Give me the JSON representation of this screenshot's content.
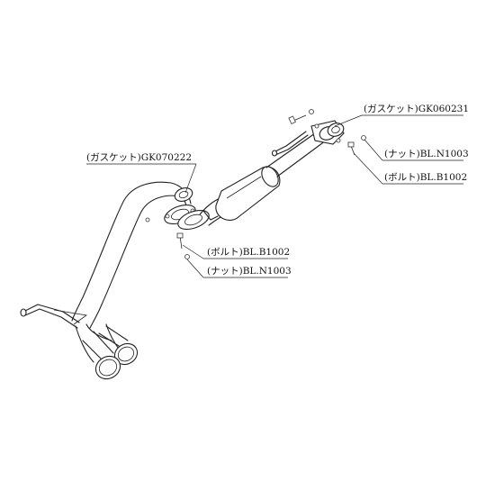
{
  "labels": {
    "gasket_front": "(ガスケット)GK060231",
    "nut_front": "(ナット)BL.N1003",
    "bolt_front": "(ボルト)BL.B1002",
    "gasket_mid": "(ガスケット)GK070222",
    "bolt_mid": "(ボルト)BL.B1002",
    "nut_mid": "(ナット)BL.N1003"
  }
}
